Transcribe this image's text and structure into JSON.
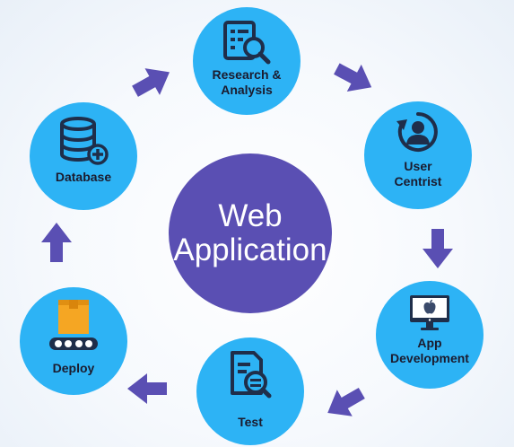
{
  "center": {
    "line1": "Web",
    "line2": "Application"
  },
  "nodes": {
    "research": {
      "line1": "Research &",
      "line2": "Analysis",
      "icon": "report-search-icon"
    },
    "user": {
      "line1": "User",
      "line2": "Centrist",
      "icon": "user-sync-icon"
    },
    "app": {
      "line1": "App",
      "line2": "Development",
      "icon": "desktop-apple-icon"
    },
    "test": {
      "label": "Test",
      "icon": "document-test-icon"
    },
    "deploy": {
      "label": "Deploy",
      "icon": "package-conveyor-icon"
    },
    "database": {
      "label": "Database",
      "icon": "database-add-icon"
    }
  },
  "colors": {
    "node": "#2db3f5",
    "center": "#5a4fb3",
    "arrow": "#5a4fb3",
    "icon": "#1f2e4a"
  }
}
